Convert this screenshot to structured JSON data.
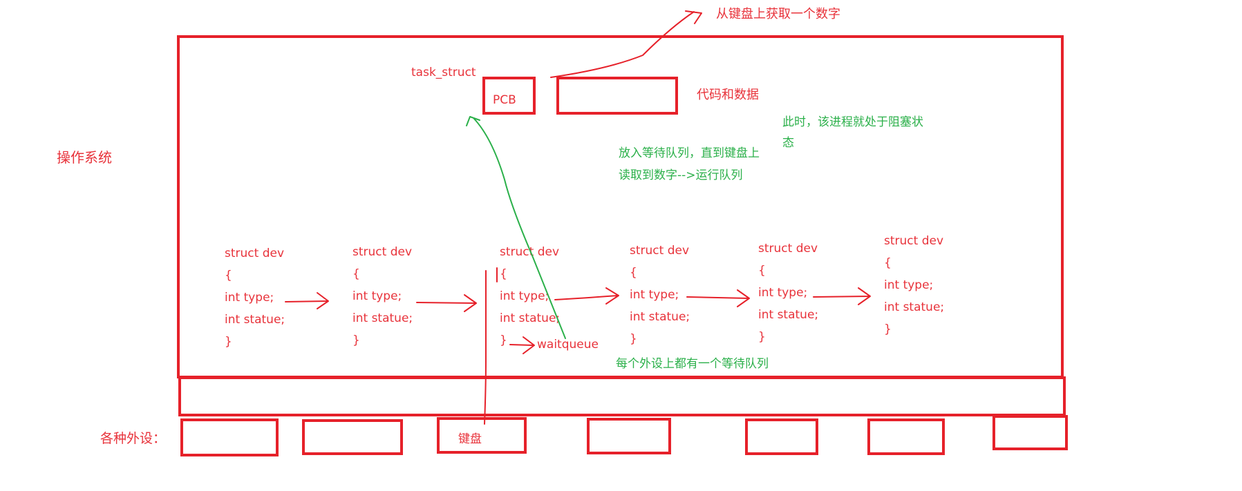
{
  "labels": {
    "os": "操作系统",
    "task_struct": "task_struct",
    "pcb": "PCB",
    "code_data": "代码和数据",
    "keyboard_input": "从键盘上获取一个数字",
    "blocked_note": [
      "此时，该进程就处于阻塞状",
      "态"
    ],
    "wait_note": [
      "放入等待队列，直到键盘上",
      "读取到数字-->运行队列"
    ],
    "waitqueue": "waitqueue",
    "each_device_note": "每个外设上都有一个等待队列",
    "peripherals": "各种外设：",
    "keyboard": "键盘"
  },
  "devs": [
    {
      "lines": [
        "struct dev",
        "{",
        "int type;",
        "int statue;",
        "}"
      ]
    },
    {
      "lines": [
        "struct dev",
        "{",
        "int type;",
        "int statue;",
        "}"
      ]
    },
    {
      "lines": [
        "struct dev",
        "{",
        "int type;",
        "int statue;",
        "}"
      ]
    },
    {
      "lines": [
        "struct dev",
        "{",
        "int type;",
        "int statue;",
        "}"
      ]
    },
    {
      "lines": [
        "struct dev",
        "{",
        "int type;",
        "int statue;",
        "}"
      ]
    },
    {
      "lines": [
        "struct dev",
        "{",
        "int type;",
        "int statue;",
        "}"
      ]
    }
  ],
  "colors": {
    "red": "#e6212a",
    "green": "#2bb04a"
  }
}
